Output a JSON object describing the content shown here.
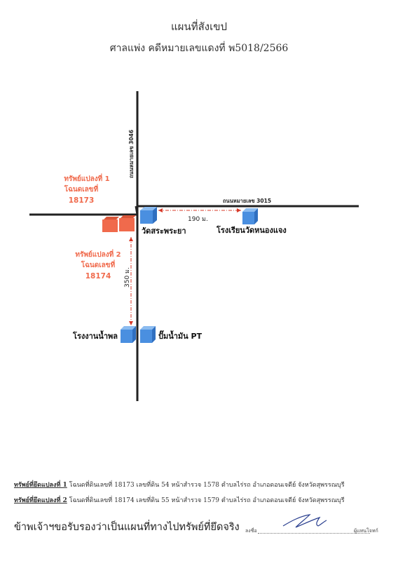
{
  "header": {
    "title": "แผนที่สังเขป",
    "subtitle": "ศาลแพ่ง คดีหมายเลขแดงที่ พ5018/2566"
  },
  "map": {
    "roads": {
      "vertical": "ถนนหมายเลข 3046",
      "horizontal": "ถนนหมายเลข 3015"
    },
    "plots": {
      "plot1": {
        "line1": "ทรัพย์แปลงที่ 1",
        "line2": "โฉนดเลขที่",
        "number": "18173"
      },
      "plot2": {
        "line1": "ทรัพย์แปลงที่ 2",
        "line2": "โฉนดเลขที่",
        "number": "18174"
      }
    },
    "landmarks": {
      "temple": "วัดสระพระยา",
      "school": "โรงเรียนวัดหนองแจง",
      "water_plant": "โรงงานน้ำพล",
      "gas_station": "ปั๊มน้ำมัน PT"
    },
    "distances": {
      "to_school": "190 ม.",
      "to_water_plant": "350 ม."
    },
    "colors": {
      "plot": "#f06a4c",
      "landmark": "#4a8fe0",
      "distance": "#d83a2a",
      "road": "#222222"
    }
  },
  "footer": {
    "item1_label": "ทรัพย์ที่ยึดแปลงที่ 1",
    "item1_text": " โฉนดที่ดินเลขที่ 18173 เลขที่ดิน 54 หน้าสำรวจ 1578 ตำบลไร่รถ อำเภอดอนเจดีย์ จังหวัดสุพรรณบุรี",
    "item2_label": "ทรัพย์ที่ยึดแปลงที่ 2",
    "item2_text": " โฉนดที่ดินเลขที่ 18174 เลขที่ดิน 55 หน้าสำรวจ 1579 ตำบลไร่รถ อำเภอดอนเจดีย์ จังหวัดสุพรรณบุรี",
    "certification": "ข้าพเจ้าฯขอรับรองว่าเป็นแผนที่ทางไปทรัพย์ที่ยึดจริง",
    "sign_label": "ลงชื่อ",
    "signer_title": "ผู้แทนโจทก์"
  }
}
